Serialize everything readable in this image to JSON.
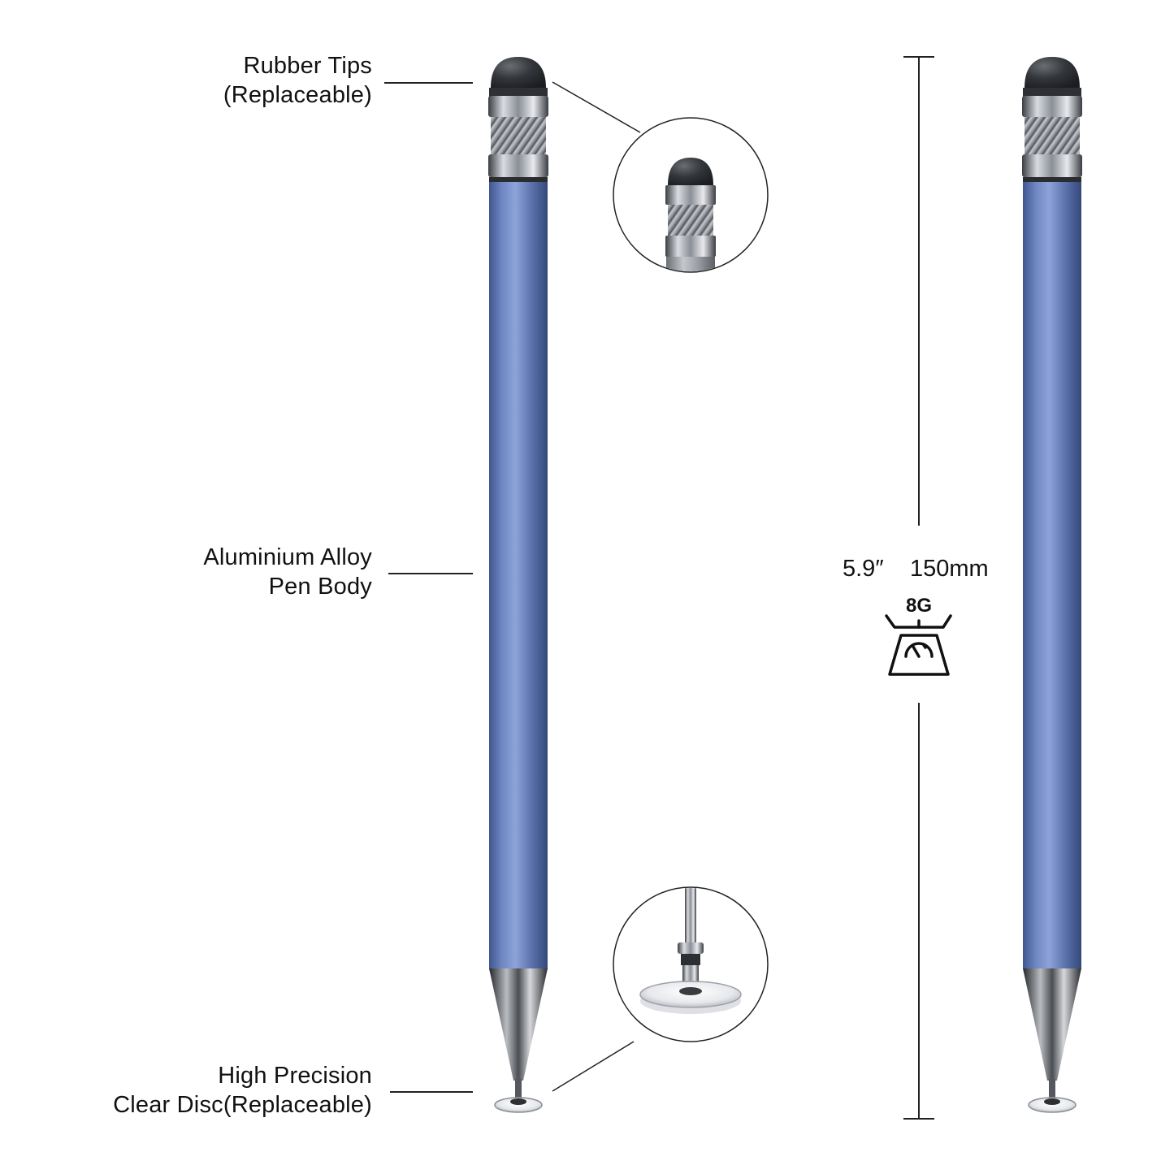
{
  "labels": {
    "rubber_tips": [
      "Rubber Tips",
      "(Replaceable)"
    ],
    "pen_body": [
      "Aluminium Alloy",
      "Pen Body"
    ],
    "clear_disc": [
      "High Precision",
      "Clear Disc(Replaceable)"
    ]
  },
  "dimensions": {
    "length_in": "5.9″",
    "length_mm": "150mm",
    "weight": "8G"
  },
  "icons": {
    "weight": "weight-scale-icon",
    "stylus": "stylus-pen"
  },
  "colors": {
    "pen_body": "#5f76b0",
    "metal": "#8a8f96",
    "rubber_tip": "#2b2e33",
    "background": "#ffffff",
    "text": "#111111"
  }
}
